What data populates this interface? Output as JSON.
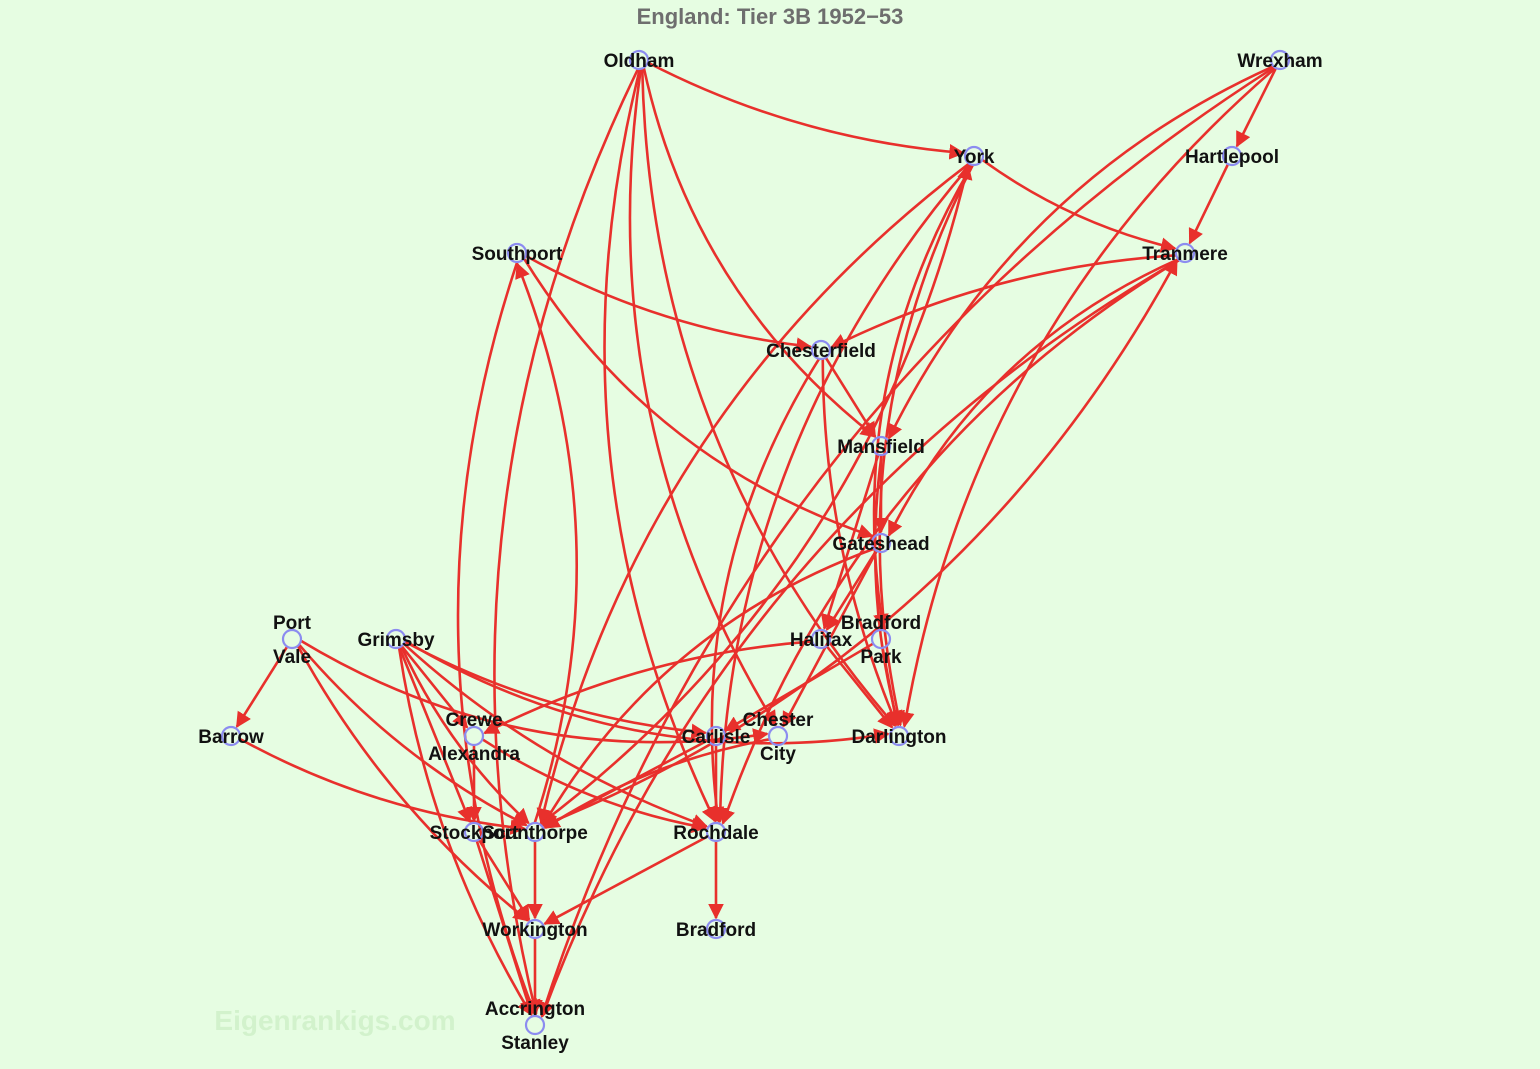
{
  "title": "England: Tier 3B 1952−53",
  "watermark": "Eigenrankigs.com",
  "colors": {
    "background": "#e6fde2",
    "edge": "#e8302c",
    "node": "#8c8cf0",
    "title": "#6e6e6e"
  },
  "nodes": [
    {
      "id": "oldham",
      "lines": [
        "Oldham"
      ]
    },
    {
      "id": "wrexham",
      "lines": [
        "Wrexham"
      ]
    },
    {
      "id": "york",
      "lines": [
        "York"
      ]
    },
    {
      "id": "hartlepool",
      "lines": [
        "Hartlepool"
      ]
    },
    {
      "id": "southport",
      "lines": [
        "Southport"
      ]
    },
    {
      "id": "tranmere",
      "lines": [
        "Tranmere"
      ]
    },
    {
      "id": "chesterfield",
      "lines": [
        "Chesterfield"
      ]
    },
    {
      "id": "mansfield",
      "lines": [
        "Mansfield"
      ]
    },
    {
      "id": "gateshead",
      "lines": [
        "Gateshead"
      ]
    },
    {
      "id": "port-vale",
      "lines": [
        "Port",
        "Vale"
      ]
    },
    {
      "id": "grimsby",
      "lines": [
        "Grimsby"
      ]
    },
    {
      "id": "halifax",
      "lines": [
        "Halifax"
      ]
    },
    {
      "id": "bradford-park",
      "lines": [
        "Bradford",
        "Park"
      ]
    },
    {
      "id": "barrow",
      "lines": [
        "Barrow"
      ]
    },
    {
      "id": "crewe-alexandra",
      "lines": [
        "Crewe",
        "Alexandra"
      ]
    },
    {
      "id": "carlisle",
      "lines": [
        "Carlisle"
      ]
    },
    {
      "id": "chester-city",
      "lines": [
        "Chester",
        "City"
      ]
    },
    {
      "id": "darlington",
      "lines": [
        "Darlington"
      ]
    },
    {
      "id": "stockport",
      "lines": [
        "Stockport"
      ]
    },
    {
      "id": "scunthorpe",
      "lines": [
        "Scunthorpe"
      ]
    },
    {
      "id": "rochdale",
      "lines": [
        "Rochdale"
      ]
    },
    {
      "id": "workington",
      "lines": [
        "Workington"
      ]
    },
    {
      "id": "bradford",
      "lines": [
        "Bradford"
      ]
    },
    {
      "id": "accrington-stanley",
      "lines": [
        "Accrington",
        "Stanley"
      ]
    }
  ],
  "edges": [
    [
      "oldham",
      "york"
    ],
    [
      "oldham",
      "mansfield"
    ],
    [
      "oldham",
      "accrington-stanley"
    ],
    [
      "oldham",
      "chester-city"
    ],
    [
      "oldham",
      "darlington"
    ],
    [
      "oldham",
      "rochdale"
    ],
    [
      "wrexham",
      "hartlepool"
    ],
    [
      "wrexham",
      "mansfield"
    ],
    [
      "wrexham",
      "accrington-stanley"
    ],
    [
      "wrexham",
      "darlington"
    ],
    [
      "hartlepool",
      "tranmere"
    ],
    [
      "york",
      "tranmere"
    ],
    [
      "york",
      "rochdale"
    ],
    [
      "york",
      "bradford-park"
    ],
    [
      "york",
      "scunthorpe"
    ],
    [
      "york",
      "darlington"
    ],
    [
      "southport",
      "chesterfield"
    ],
    [
      "southport",
      "gateshead"
    ],
    [
      "southport",
      "accrington-stanley"
    ],
    [
      "tranmere",
      "chesterfield"
    ],
    [
      "tranmere",
      "gateshead"
    ],
    [
      "tranmere",
      "rochdale"
    ],
    [
      "tranmere",
      "accrington-stanley"
    ],
    [
      "chesterfield",
      "mansfield"
    ],
    [
      "chesterfield",
      "rochdale"
    ],
    [
      "chesterfield",
      "darlington"
    ],
    [
      "mansfield",
      "gateshead"
    ],
    [
      "mansfield",
      "halifax"
    ],
    [
      "mansfield",
      "darlington"
    ],
    [
      "gateshead",
      "halifax"
    ],
    [
      "gateshead",
      "scunthorpe"
    ],
    [
      "gateshead",
      "chester-city"
    ],
    [
      "halifax",
      "crewe-alexandra"
    ],
    [
      "halifax",
      "darlington"
    ],
    [
      "bradford-park",
      "carlisle"
    ],
    [
      "bradford-park",
      "darlington"
    ],
    [
      "port-vale",
      "barrow"
    ],
    [
      "port-vale",
      "scunthorpe"
    ],
    [
      "port-vale",
      "chester-city"
    ],
    [
      "port-vale",
      "workington"
    ],
    [
      "grimsby",
      "crewe-alexandra"
    ],
    [
      "grimsby",
      "scunthorpe"
    ],
    [
      "grimsby",
      "accrington-stanley"
    ],
    [
      "grimsby",
      "darlington"
    ],
    [
      "grimsby",
      "rochdale"
    ],
    [
      "grimsby",
      "stockport"
    ],
    [
      "grimsby",
      "carlisle"
    ],
    [
      "crewe-alexandra",
      "stockport"
    ],
    [
      "crewe-alexandra",
      "rochdale"
    ],
    [
      "carlisle",
      "rochdale"
    ],
    [
      "carlisle",
      "scunthorpe"
    ],
    [
      "chester-city",
      "scunthorpe"
    ],
    [
      "barrow",
      "scunthorpe"
    ],
    [
      "stockport",
      "workington"
    ],
    [
      "stockport",
      "accrington-stanley"
    ],
    [
      "scunthorpe",
      "workington"
    ],
    [
      "scunthorpe",
      "southport"
    ],
    [
      "scunthorpe",
      "york"
    ],
    [
      "scunthorpe",
      "tranmere"
    ],
    [
      "rochdale",
      "bradford"
    ],
    [
      "rochdale",
      "workington"
    ],
    [
      "workington",
      "accrington-stanley"
    ]
  ]
}
